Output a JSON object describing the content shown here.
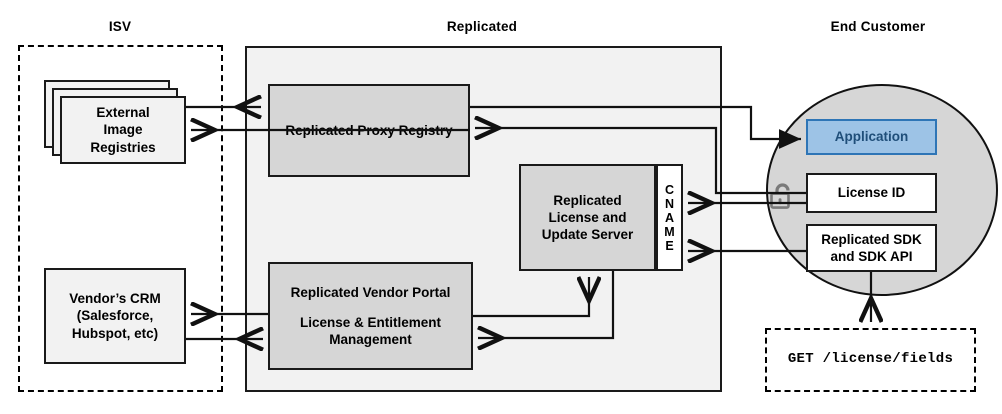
{
  "lanes": [
    {
      "id": "isv",
      "title": "ISV"
    },
    {
      "id": "replicated",
      "title": "Replicated"
    },
    {
      "id": "end_customer",
      "title": "End Customer"
    }
  ],
  "isv": {
    "registries": {
      "label": "External\nImage\nRegistries",
      "line1": "External",
      "line2": "Image",
      "line3": "Registries"
    },
    "crm": {
      "line1": "Vendor’s CRM",
      "line2": "(Salesforce,",
      "line3": "Hubspot, etc)"
    }
  },
  "replicated": {
    "proxy_registry": {
      "label": "Replicated Proxy Registry"
    },
    "license_server": {
      "line1": "Replicated",
      "line2": "License and",
      "line3": "Update Server"
    },
    "cname": {
      "label": "CNAME",
      "letters": [
        "C",
        "N",
        "A",
        "M",
        "E"
      ]
    },
    "vendor_portal": {
      "line1": "Replicated Vendor Portal",
      "line2": "License & Entitlement",
      "line3": "Management"
    }
  },
  "end_customer": {
    "application": {
      "label": "Application"
    },
    "license_id": {
      "label": "License ID"
    },
    "sdk": {
      "line1": "Replicated SDK",
      "line2": "and SDK API"
    },
    "lock_icon": "unlock-icon",
    "api_call": {
      "label": "GET /license/fields"
    }
  },
  "colors": {
    "panel_fill": "#f2f2f2",
    "node_fill": "#d6d6d6",
    "app_fill": "#9dc3e6",
    "app_border": "#2e75b6",
    "app_text": "#1f4e79",
    "stroke": "#1a1a1a",
    "white": "#ffffff"
  }
}
